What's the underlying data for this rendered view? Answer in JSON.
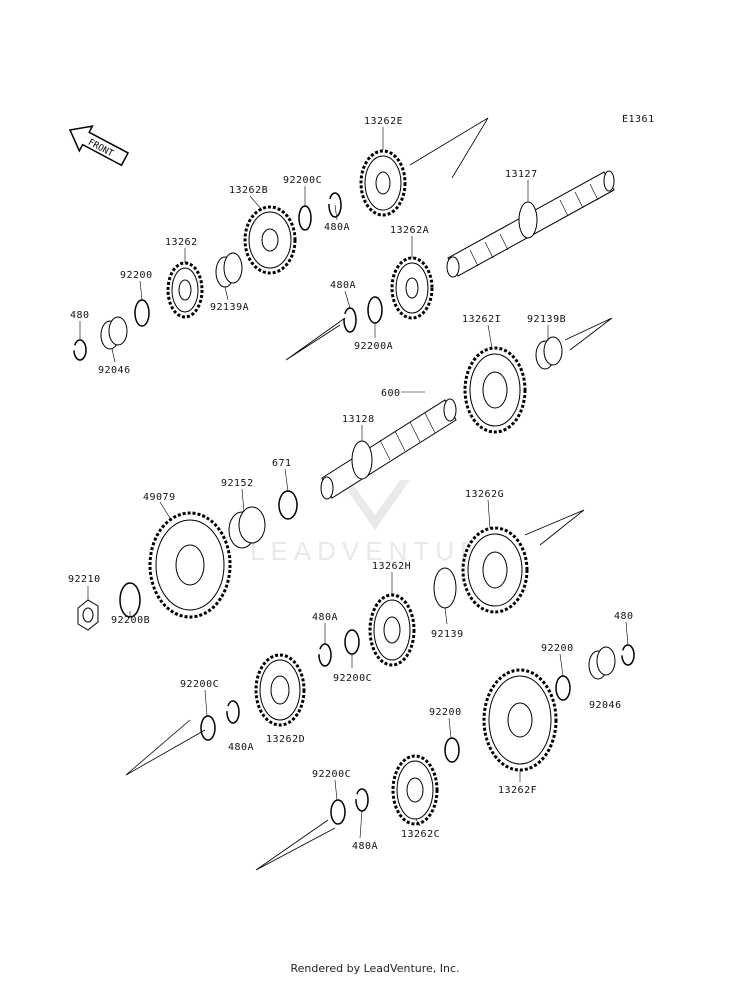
{
  "diagram_code": "E1361",
  "front_label": "FRONT",
  "watermark": "LEADVENTURE",
  "footer": "Rendered by LeadVenture, Inc.",
  "part_labels": [
    "13262E",
    "E1361",
    "92200C",
    "13262B",
    "13127",
    "480A",
    "13262A",
    "13262",
    "92200",
    "92139A",
    "480A",
    "480",
    "92200A",
    "13262I",
    "92139B",
    "92046",
    "600",
    "13128",
    "671",
    "92152",
    "49079",
    "13262G",
    "13262H",
    "92210",
    "480A",
    "92139",
    "480",
    "92200B",
    "92200C",
    "92200",
    "92200C",
    "480A",
    "13262D",
    "92046",
    "92200",
    "92200C",
    "13262F",
    "480A",
    "13262C"
  ],
  "colors": {
    "line": "#000000",
    "gear_fill": "#ffffff",
    "watermark": "#d9d9d9"
  }
}
